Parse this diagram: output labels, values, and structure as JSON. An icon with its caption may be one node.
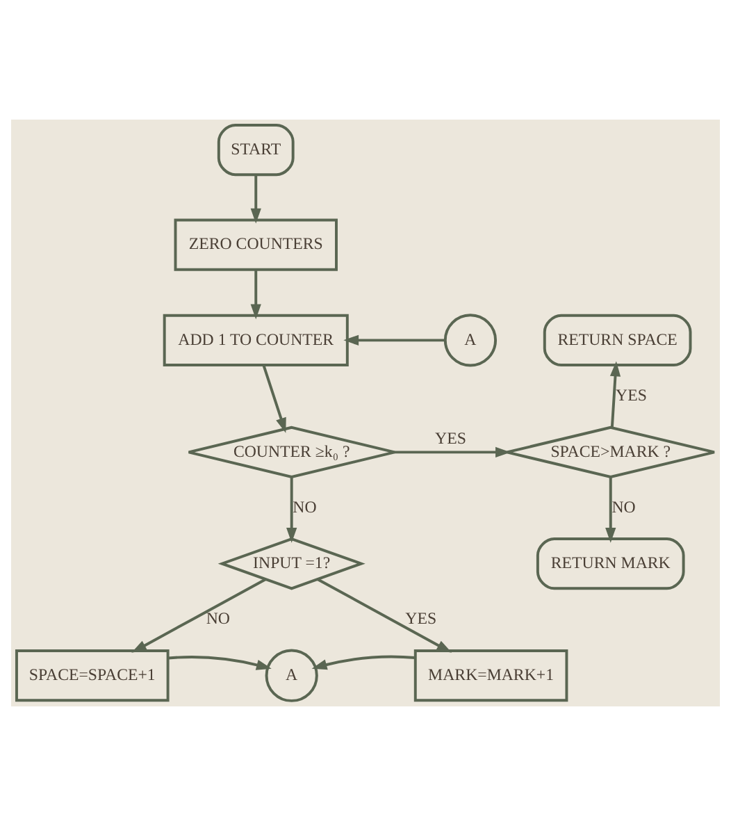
{
  "diagram": {
    "nodes": [
      {
        "text": [
          "START"
        ]
      },
      {
        "text": [
          "ZERO COUNTERS"
        ]
      },
      {
        "text": [
          "A"
        ]
      },
      {
        "text": [
          "ADD 1 TO COUNTER"
        ]
      },
      {
        "text": [
          "RETURN SPACE"
        ]
      },
      {
        "text": [
          "COUNTER ≥k₀ ?"
        ]
      },
      {
        "text": [
          "SPACE>MARK ?"
        ]
      },
      {
        "text": [
          "RETURN MARK"
        ]
      },
      {
        "text": [
          "INPUT =1?"
        ]
      },
      {
        "text": [
          "SPACE=SPACE+1"
        ]
      },
      {
        "text": [
          "A"
        ]
      },
      {
        "text": [
          "MARK=MARK+1"
        ]
      }
    ],
    "edges": [
      {
        "from": 0,
        "to": 1,
        "arrow": "to"
      },
      {
        "from": 1,
        "to": 3,
        "arrow": "to"
      },
      {
        "from": 2,
        "to": 3,
        "arrow": "to"
      },
      {
        "from": 3,
        "to": 5,
        "arrow": "to"
      },
      {
        "from": 5,
        "to": 6,
        "arrow": "to",
        "label": "YES"
      },
      {
        "from": 6,
        "to": 4,
        "arrow": "to",
        "label": "YES"
      },
      {
        "from": 6,
        "to": 7,
        "arrow": "to",
        "label": "NO"
      },
      {
        "from": 5,
        "to": 8,
        "arrow": "to",
        "label": "NO"
      },
      {
        "from": 8,
        "to": 9,
        "arrow": "to",
        "label": "NO"
      },
      {
        "from": 8,
        "to": 11,
        "arrow": "to",
        "label": "YES"
      },
      {
        "from": 9,
        "to": 10,
        "arrow": "to"
      },
      {
        "from": 11,
        "to": 10,
        "arrow": "to"
      }
    ]
  }
}
